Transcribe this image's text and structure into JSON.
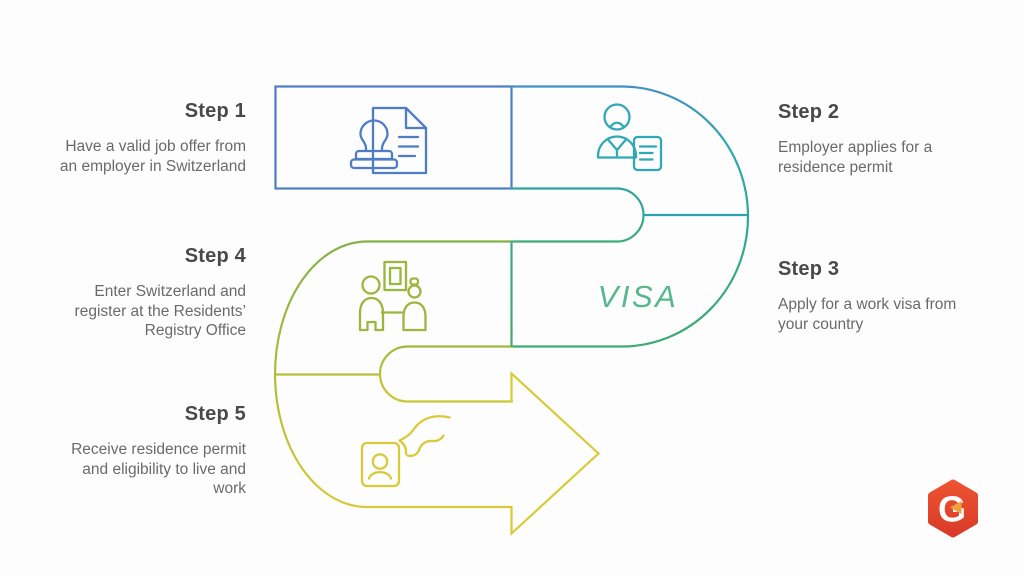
{
  "diagram": {
    "steps": [
      {
        "title": "Step 1",
        "description": "Have a valid job offer from\nan employer in Switzerland"
      },
      {
        "title": "Step 2",
        "description": "Employer applies for a\nresidence permit"
      },
      {
        "title": "Step 3",
        "description": "Apply for a work visa from\nyour country"
      },
      {
        "title": "Step 4",
        "description": "Enter Switzerland and\nregister at the Residents’\nRegistry Office"
      },
      {
        "title": "Step 5",
        "description": "Receive residence permit\nand eligibility to live and\nwork"
      }
    ],
    "visa_label": "VISA",
    "logo_letter": "G",
    "colors": {
      "step1_blue": "#4e7cc6",
      "step2_teal": "#2fa9b6",
      "step3_green": "#3faa7c",
      "visa_green": "#56b88c",
      "step4_olive": "#9cb63d",
      "step5_yellow": "#d8ca39",
      "title_text": "#494949",
      "body_text": "#6a6a6a",
      "logo_red": "#e2452c"
    }
  }
}
